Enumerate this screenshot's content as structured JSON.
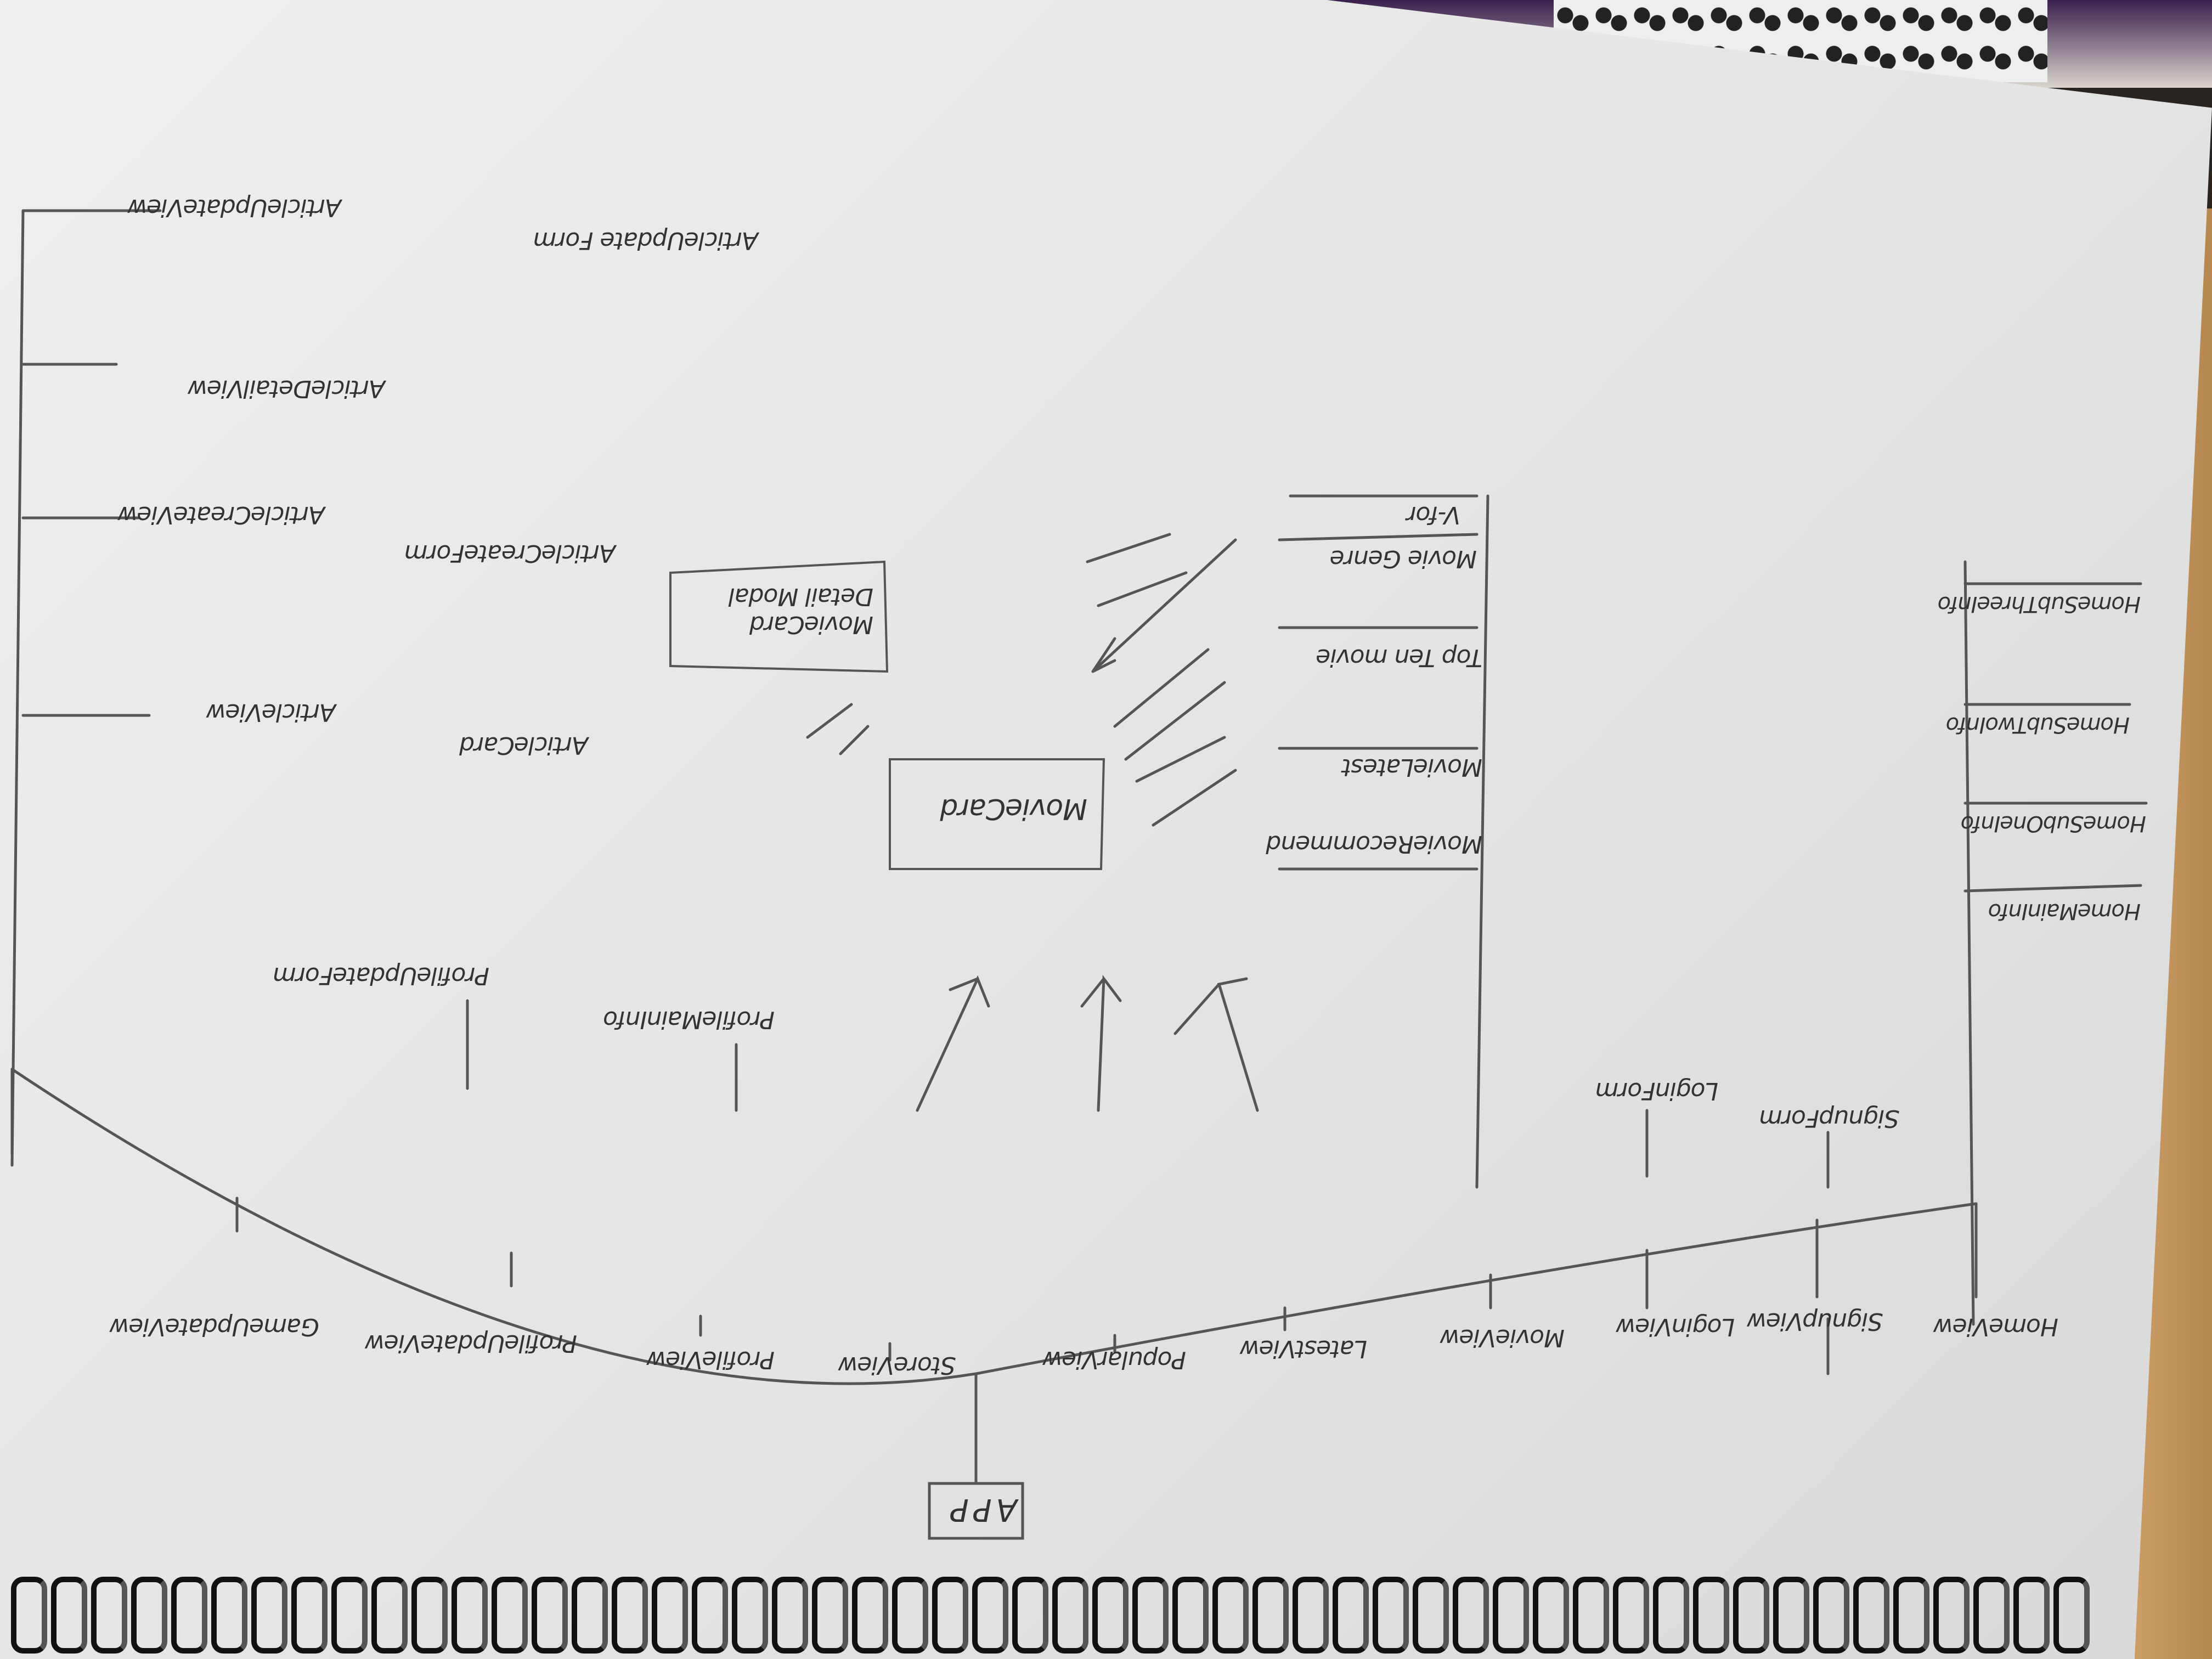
{
  "diagram": {
    "root": "APP",
    "views": [
      {
        "id": "home",
        "label": "HomeView"
      },
      {
        "id": "signup",
        "label": "SignupView"
      },
      {
        "id": "login",
        "label": "LoginView"
      },
      {
        "id": "movie",
        "label": "MovieView"
      },
      {
        "id": "latest",
        "label": "LatestView"
      },
      {
        "id": "popular",
        "label": "PopularView"
      },
      {
        "id": "store",
        "label": "StoreView"
      },
      {
        "id": "profile",
        "label": "ProfileView"
      },
      {
        "id": "profileupdate",
        "label": "ProfileUpdateView"
      },
      {
        "id": "gameupdate",
        "label": "GameUpdateView"
      }
    ],
    "home_children": [
      "HomeMainInfo",
      "HomeSubOneInfo",
      "HomeSubTwoInfo",
      "HomeSubThreeInfo"
    ],
    "signup_form": "SignupForm",
    "login_form": "LoginForm",
    "movie_children": [
      "MovieRecommend",
      "MovieLatest",
      "Top Ten movie",
      "Movie Genre",
      "V-for"
    ],
    "movie_card": "MovieCard",
    "movie_card_detail": "MovieCard Detail Modal",
    "profile_children": [
      "ProfileMainInfo",
      "ProfileUpdateForm"
    ],
    "articles": [
      {
        "card": "ArticleCard",
        "view": "ArticleView"
      },
      {
        "card": "ArticleCreateForm",
        "view": "ArticleCreateView"
      },
      {
        "card": "",
        "view": "ArticleDetailView"
      },
      {
        "card": "ArticleUpdate Form",
        "view": "ArticleUpdateView"
      }
    ]
  }
}
